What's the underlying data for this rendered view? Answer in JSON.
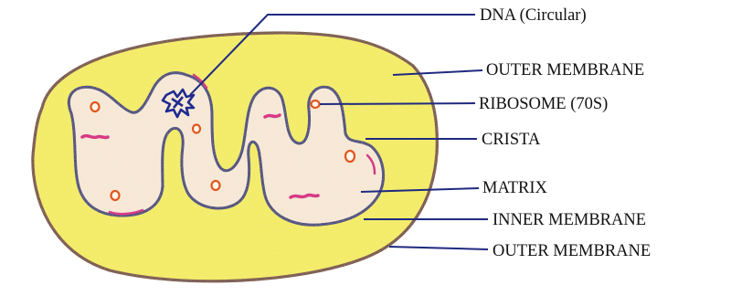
{
  "labels": {
    "dna": "DNA (Circular)",
    "outer_membrane_top": "OUTER MEMBRANE",
    "ribosome": "RIBOSOME (70S)",
    "crista": "CRISTA",
    "matrix": "MATRIX",
    "inner_membrane": "INNER MEMBRANE",
    "outer_membrane_bottom": "OUTER MEMBRANE"
  },
  "colors": {
    "outer_fill": "#f2ea4a",
    "outer_outline": "#6b3a1c",
    "inner_membrane": "#25256e",
    "matrix_fill": "#f6e6d2",
    "crista_edge": "#d63a86",
    "ribosome": "#e0551e",
    "leader_line": "#1f2a80",
    "dna": "#1f2a90"
  }
}
